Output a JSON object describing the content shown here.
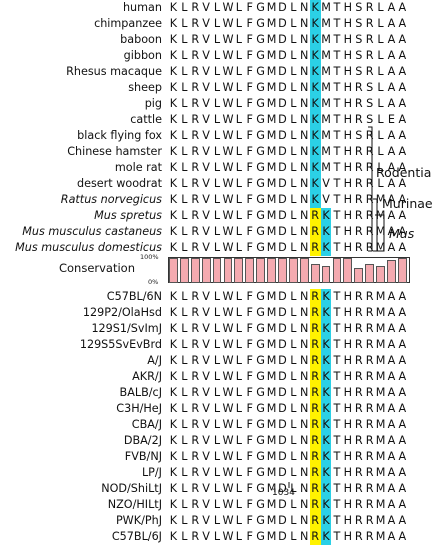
{
  "species_rows": [
    {
      "label": "human",
      "italic": false,
      "seq": "KLRVLWLFGMDLNKMTHSRLAA"
    },
    {
      "label": "chimpanzee",
      "italic": false,
      "seq": "KLRVLWLFGMDLNKMTHSRLAA"
    },
    {
      "label": "baboon",
      "italic": false,
      "seq": "KLRVLWLFGMDLNKMTHSRLAA"
    },
    {
      "label": "gibbon",
      "italic": false,
      "seq": "KLRVLWLFGMDLNKMTHSRLAA"
    },
    {
      "label": "Rhesus macaque",
      "italic": false,
      "seq": "KLRVLWLFGMDLNKMTHSRLAA"
    },
    {
      "label": "sheep",
      "italic": false,
      "seq": "KLRVLWLFGMDLNKMTHRSLAA"
    },
    {
      "label": "pig",
      "italic": false,
      "seq": "KLRVLWLFGMDLNKMTHRSLAA"
    },
    {
      "label": "cattle",
      "italic": false,
      "seq": "KLRVLWLFGMDLNKMTHRSLEA"
    },
    {
      "label": "black flying fox",
      "italic": false,
      "seq": "KLRVLWLFGMDLNKMTHSRLAA"
    },
    {
      "label": "Chinese hamster",
      "italic": false,
      "seq": "KLRVLWLFGMDLNKMTHRRLAA"
    },
    {
      "label": "mole rat",
      "italic": false,
      "seq": "KLRVLWLFGMDLNKMTHRRLAA"
    },
    {
      "label": "desert woodrat",
      "italic": false,
      "seq": "KLRVLWLFGMDLNKVTHRRLAA"
    },
    {
      "label": "Rattus norvegicus",
      "italic": true,
      "seq": "KLRVLWLFGMDLNKVTHRRMAA"
    },
    {
      "label": "Mus spretus",
      "italic": true,
      "seq": "KLRVLWLFGMDLNRKTHRRMAA"
    },
    {
      "label": "Mus musculus castaneus",
      "italic": true,
      "seq": "KLRVLWLFGMDLNRKTHRRMAA"
    },
    {
      "label": "Mus musculus domesticus",
      "italic": true,
      "seq": "KLRVLWLFGMDLNRKTHRRMAA"
    }
  ],
  "strain_rows": [
    {
      "label": "C57BL/6N",
      "seq": "KLRVLWLFGMDLNRKTHRRMAA"
    },
    {
      "label": "129P2/OlaHsd",
      "seq": "KLRVLWLFGMDLNRKTHRRMAA"
    },
    {
      "label": "129S1/SvImJ",
      "seq": "KLRVLWLFGMDLNRKTHRRMAA"
    },
    {
      "label": "129S5SvEvBrd",
      "seq": "KLRVLWLFGMDLNRKTHRRMAA"
    },
    {
      "label": "A/J",
      "seq": "KLRVLWLFGMDLNRKTHRRMAA"
    },
    {
      "label": "AKR/J",
      "seq": "KLRVLWLFGMDLNRKTHRRMAA"
    },
    {
      "label": "BALB/cJ",
      "seq": "KLRVLWLFGMDLNRKTHRRMAA"
    },
    {
      "label": "C3H/HeJ",
      "seq": "KLRVLWLFGMDLNRKTHRRMAA"
    },
    {
      "label": "CBA/J",
      "seq": "KLRVLWLFGMDLNRKTHRRMAA"
    },
    {
      "label": "DBA/2J",
      "seq": "KLRVLWLFGMDLNRKTHRRMAA"
    },
    {
      "label": "FVB/NJ",
      "seq": "KLRVLWLFGMDLNRKTHRRMAA"
    },
    {
      "label": "LP/J",
      "seq": "KLRVLWLFGMDLNRKTHRRMAA"
    },
    {
      "label": "NOD/ShiLtJ",
      "seq": "KLRVLWLFGMDLNRKTHRRMAA"
    },
    {
      "label": "NZO/HILtJ",
      "seq": "KLRVLWLFGMDLNRKTHRRMAA"
    },
    {
      "label": "PWK/PhJ",
      "seq": "KLRVLWLFGMDLNRKTHRRMAA"
    },
    {
      "label": "C57BL/6J",
      "seq": "KLRVLWLFGMDLNRKTHRRMAA"
    }
  ],
  "groups": {
    "rodentia": "Rodentia",
    "murinae": "Murinae",
    "mus": "Mus"
  },
  "conservation": {
    "label": "Conservation",
    "max_label": "100%",
    "min_label": "0%",
    "values": [
      100,
      100,
      100,
      100,
      100,
      100,
      100,
      100,
      100,
      100,
      100,
      100,
      100,
      78,
      70,
      100,
      100,
      60,
      75,
      68,
      92,
      100
    ]
  },
  "position_label": "1034",
  "colors": {
    "cyan": "#2bd0e6",
    "yellow": "#fff200",
    "bar": "#f4aab0"
  }
}
